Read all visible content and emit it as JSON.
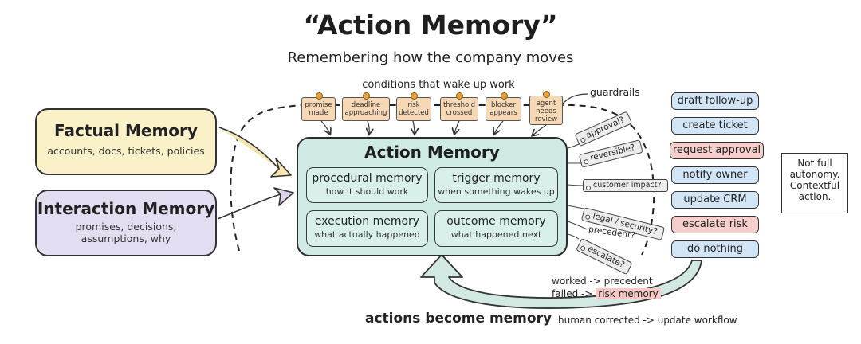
{
  "header": {
    "title": "“Action Memory”",
    "subtitle": "Remembering how the company moves"
  },
  "inputs": {
    "factual": {
      "title": "Factual Memory",
      "subtitle": "accounts, docs, tickets, policies",
      "color": "#fbf1c8"
    },
    "interaction": {
      "title": "Interaction Memory",
      "subtitle_line1": "promises, decisions,",
      "subtitle_line2": "assumptions, why",
      "color": "#e4dcf0"
    }
  },
  "conditions": {
    "heading": "conditions that wake up work",
    "items": [
      {
        "line1": "promise",
        "line2": "made",
        "line3": ""
      },
      {
        "line1": "deadline",
        "line2": "approaching",
        "line3": ""
      },
      {
        "line1": "risk",
        "line2": "detected",
        "line3": ""
      },
      {
        "line1": "threshold",
        "line2": "crossed",
        "line3": ""
      },
      {
        "line1": "blocker",
        "line2": "appears",
        "line3": ""
      },
      {
        "line1": "agent",
        "line2": "needs",
        "line3": "review"
      }
    ]
  },
  "guardrails_label": "guardrails",
  "action_memory": {
    "title": "Action Memory",
    "cells": [
      {
        "title": "procedural memory",
        "subtitle": "how it should work"
      },
      {
        "title": "trigger memory",
        "subtitle": "when something wakes up"
      },
      {
        "title": "execution memory",
        "subtitle": "what actually happened"
      },
      {
        "title": "outcome memory",
        "subtitle": "what happened next"
      }
    ]
  },
  "checks": [
    {
      "label": "approval?",
      "tagged": true,
      "tip": false
    },
    {
      "label": "reversible?",
      "tagged": true,
      "tip": true
    },
    {
      "label": "customer impact?",
      "tagged": true,
      "tip": false
    },
    {
      "label": "legal / security?",
      "tagged": true,
      "tip": true
    },
    {
      "label": "precedent?",
      "tagged": false,
      "tip": false
    },
    {
      "label": "escalate?",
      "tagged": true,
      "tip": true
    }
  ],
  "actions": [
    {
      "label": "draft follow-up",
      "color": "#d2e5f7"
    },
    {
      "label": "create ticket",
      "color": "#d2e5f7"
    },
    {
      "label": "request approval",
      "color": "#f6cfcc"
    },
    {
      "label": "notify owner",
      "color": "#d2e5f7"
    },
    {
      "label": "update CRM",
      "color": "#d2e5f7"
    },
    {
      "label": "escalate risk",
      "color": "#f6cfcc"
    },
    {
      "label": "do nothing",
      "color": "#d2e5f7"
    }
  ],
  "note": {
    "line1": "Not full",
    "line2": "autonomy.",
    "line3": "Contextful",
    "line4": "action."
  },
  "feedback": {
    "worked": "worked -> precedent",
    "failed_prefix": "failed ->",
    "failed_target": "risk memory",
    "corrected": "human corrected -> update workflow",
    "loop_label": "actions become memory"
  },
  "colors": {
    "action_memory": "#cfe9e4",
    "loop_arrow": "#d2e9e3",
    "condition": "#f7d8b5",
    "guardrail": "#222222"
  }
}
